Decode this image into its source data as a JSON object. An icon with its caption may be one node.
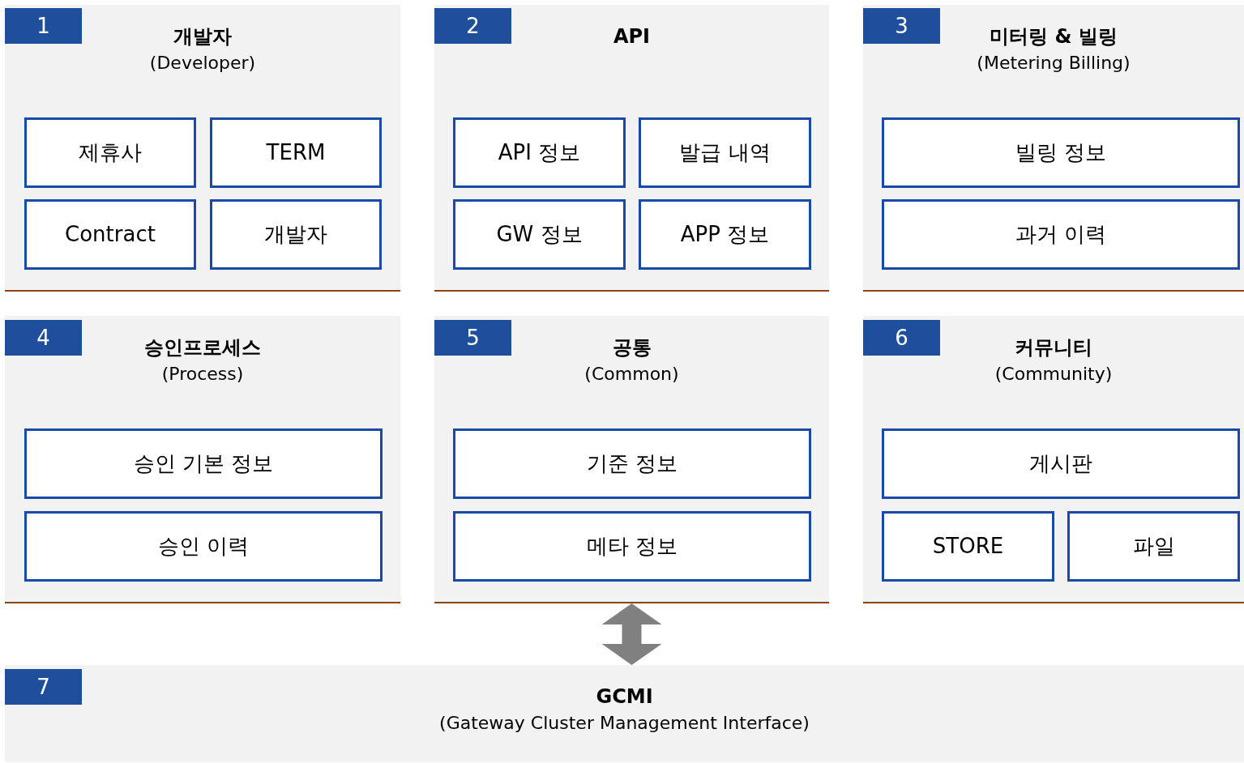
{
  "diagram": {
    "nodes": [
      {
        "text": [
          "개발자",
          "(Developer)"
        ]
      },
      {
        "text": [
          "1"
        ],
        "in": 0
      },
      {
        "text": [
          "제휴사"
        ],
        "in": 0
      },
      {
        "text": [
          "TERM"
        ],
        "in": 0
      },
      {
        "text": [
          "Contract"
        ],
        "in": 0
      },
      {
        "text": [
          "개발자"
        ],
        "in": 0
      },
      {
        "text": [
          "API"
        ]
      },
      {
        "text": [
          "2"
        ],
        "in": 6
      },
      {
        "text": [
          "API 정보"
        ],
        "in": 6
      },
      {
        "text": [
          "발급 내역"
        ],
        "in": 6
      },
      {
        "text": [
          "GW 정보"
        ],
        "in": 6
      },
      {
        "text": [
          "APP 정보"
        ],
        "in": 6
      },
      {
        "text": [
          "미터링 & 빌링",
          "(Metering Billing)"
        ]
      },
      {
        "text": [
          "3"
        ],
        "in": 12
      },
      {
        "text": [
          "빌링 정보"
        ],
        "in": 12
      },
      {
        "text": [
          "과거 이력"
        ],
        "in": 12
      },
      {
        "text": [
          "승인프로세스",
          "(Process)"
        ]
      },
      {
        "text": [
          "4"
        ],
        "in": 16
      },
      {
        "text": [
          "승인 기본 정보"
        ],
        "in": 16
      },
      {
        "text": [
          "승인 이력"
        ],
        "in": 16
      },
      {
        "text": [
          "공통",
          "(Common)"
        ]
      },
      {
        "text": [
          "5"
        ],
        "in": 20
      },
      {
        "text": [
          "기준 정보"
        ],
        "in": 20
      },
      {
        "text": [
          "메타 정보"
        ],
        "in": 20
      },
      {
        "text": [
          "커뮤니티",
          "(Community)"
        ]
      },
      {
        "text": [
          "6"
        ],
        "in": 24
      },
      {
        "text": [
          "게시판"
        ],
        "in": 24
      },
      {
        "text": [
          "STORE"
        ],
        "in": 24
      },
      {
        "text": [
          "파일"
        ],
        "in": 24
      },
      {
        "text": [
          "GCMI",
          "(Gateway Cluster Management Interface)"
        ]
      },
      {
        "text": [
          "7"
        ],
        "in": 29
      }
    ],
    "edges": [
      {
        "from": 20,
        "to": 29,
        "arrow": "both"
      }
    ]
  }
}
